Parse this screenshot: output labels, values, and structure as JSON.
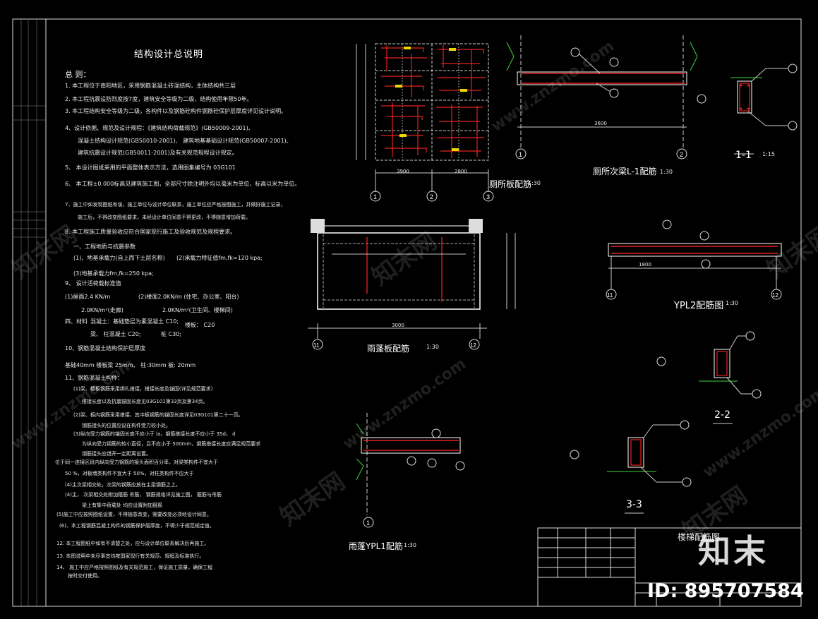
{
  "notes": {
    "title": "结构设计总说明",
    "general_heading": "总 则：",
    "lines": [
      "1. 本工程位于南阳地区，采用钢筋混凝土砖混结构，主体结构共三层",
      "2. 本工程抗震设防烈度按7度，建筑安全等级为二级，结构使用年限50年。",
      "3. 本工程结构安全等级为二级，各构件以及钢筋砼构件钢筋砼保护层厚度详见设计说明。",
      "4、设计依据、规范及设计规程：《建筑结构荷载规范》(GB50009-2001)、",
      "混凝土结构设计规范(GB50010-2001)、    建筑地基基础设计规范(GB50007-2001)、",
      "建筑抗震设计规范(GB50011-2001)及有关规范规程设计规定。",
      "5、 本设计图纸采用的平面整体表示方法，选用图集编号为 03G101",
      "6、 本工程±0.000标高见建筑施工图，全部尺寸除注明外均以毫米为单位，标高以米为单位。",
      "7、施工中如发现图纸有误，施工单位与设计单位联系，施工单位应严格按图施工，并做好施工记录，",
      "施工后，不得改变图纸要求，未经设计单位同意不得更改，不得随意增加荷载。",
      "8. 本工程施工质量验收应符合国家现行施工及验收规范及规程要求。"
    ],
    "sub_heading": "一、工程地质与抗震参数",
    "soil1": "(1)、地基承载力(自上而下土层名称)",
    "soil2": "(2)承载力特征值fm,fk=120 kpa;",
    "soil3": "(3)地基承载力fm,fk=250 kpa;",
    "item9": "9、 设计活荷载标准值",
    "load1": "(1)屋面2.4 KN/m",
    "load2": "(2)楼面2.0KN/m (住宅、办公室、阳台)",
    "load3": "2.0KN/m²(走廊)",
    "load4": "2.0KN/m²(卫生间、楼梯间)",
    "mat_label": "四、材料",
    "mat_c10": "混凝土：基础垫层为素混凝土 C10;",
    "mat_c20": "梁、 柱混凝土    C20;",
    "mat_c30": "桩    C30;",
    "mat_c20b": "楼板：  C20",
    "item10": "10、钢筋混凝土结构保护层厚度",
    "cover": "基础40mm     楼板梁  25mm、  柱:30mm     板: 20mm",
    "item11": "11、钢筋混凝土构件：",
    "r1": "(1)梁、楼板钢筋采用绑扎搭接，搭接长度及锚固(详见规范要求)",
    "r2": "搭接长度以及抗震锚固长度见03G101第33页及第34页。",
    "r3": "(2)梁、板内钢筋采用搭接，其中板钢筋的锚固长度详见03G101第二十一页。",
    "r4": "钢筋接头的位置应设在构件受力较小处。",
    "r5": "(3)纵向受力钢筋的锚固长度不应小于 la，钢筋搭接长度不应小于 35d，  d",
    "r6": "为纵向受力钢筋的较小直径，且不应小于 500mm，钢筋搭接长度应满足规范要求",
    "r7": "钢筋接头应错开一定距离设置。",
    "r8": "位于同一连接区段内纵向受力钢筋的接头面积百分率，对梁类构件不宜大于",
    "r9": "50 %，对板墙类构件不宜大于 50%，对柱类构件不应大于",
    "r10": "(4)主次梁相交处，次梁的钢筋应放在主梁钢筋之上。",
    "r11": "(4)主，  次梁相交处附加箍筋    吊筋，     钢筋规格详见施工图，     箍筋与吊筋",
    "r12": "梁上有集中荷载处    均应设置附加箍筋",
    "r13": "(5)施工中应按照图纸设置，不得随意改变，需要改变必须经设计同意。",
    "r14": "(6)、本工程钢筋混凝土构件的钢筋保护层厚度，不得少于规范规定值。",
    "n12": "12. 本工程图纸中如有不清楚之处，应与设计单位联系解决后再施工。",
    "n13": "13. 本图说明中未尽事宜均按国家现行有关规范、规程及标准执行。",
    "n14": "14、 施工中应严格按照图纸及有关规范施工，保证施工质量，确保工程",
    "n14b": "按时交付使用。"
  },
  "drawings": {
    "slab_plan": "厕所板配筋",
    "slab_plan_scale": "1:30",
    "beam_L1": "厕所次梁L-1配筋",
    "beam_L1_scale": "1:30",
    "sec11": "1-1",
    "sec11_scale": "1:15",
    "ypl2": "YPL2配筋图",
    "ypl2_scale": "1:30",
    "canopy": "雨蓬板配筋",
    "canopy_scale": "1:30",
    "sec22": "2-2",
    "sec33": "3-3",
    "ypl1": "雨蓬YPL1配筋",
    "ypl1_scale": "1:30",
    "dim_3900": "3900",
    "dim_3600": "3600",
    "dim_2800": "2800",
    "dim_1800": "1800",
    "dim_3000": "3000"
  },
  "title_block": {
    "drawing_name": "楼梯配筋图"
  },
  "watermark": {
    "site_cn": "知末网",
    "site_url": "www.znzmo.com",
    "brand": "知末",
    "id_text": "ID: 895707584"
  },
  "colors": {
    "frame": "#ffffff",
    "rebar_red": "#e8231b",
    "green": "#3cd63c",
    "yellow": "#e8d800",
    "cyan": "#34c6d6",
    "dim": "#cccccc"
  }
}
